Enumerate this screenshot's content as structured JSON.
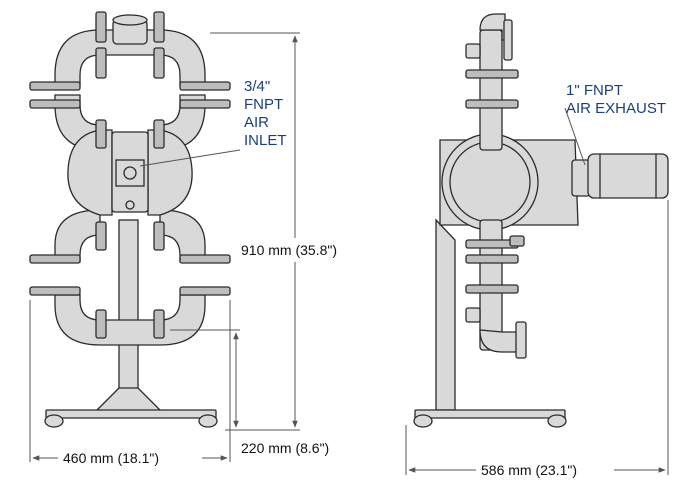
{
  "callouts": {
    "air_inlet": [
      "3/4\"",
      "FNPT",
      "AIR",
      "INLET"
    ],
    "air_exhaust": [
      "1\" FNPT",
      "AIR EXHAUST"
    ]
  },
  "dimensions": {
    "height": "910 mm (35.8\")",
    "base_height": "220 mm (8.6\")",
    "front_width": "460 mm (18.1\")",
    "side_width": "586 mm (23.1\")"
  },
  "colors": {
    "body_fill": "#d9d9d9",
    "outline": "#2b2b2b",
    "callout_text": "#1b3f7a",
    "dimension_line": "#555555"
  }
}
